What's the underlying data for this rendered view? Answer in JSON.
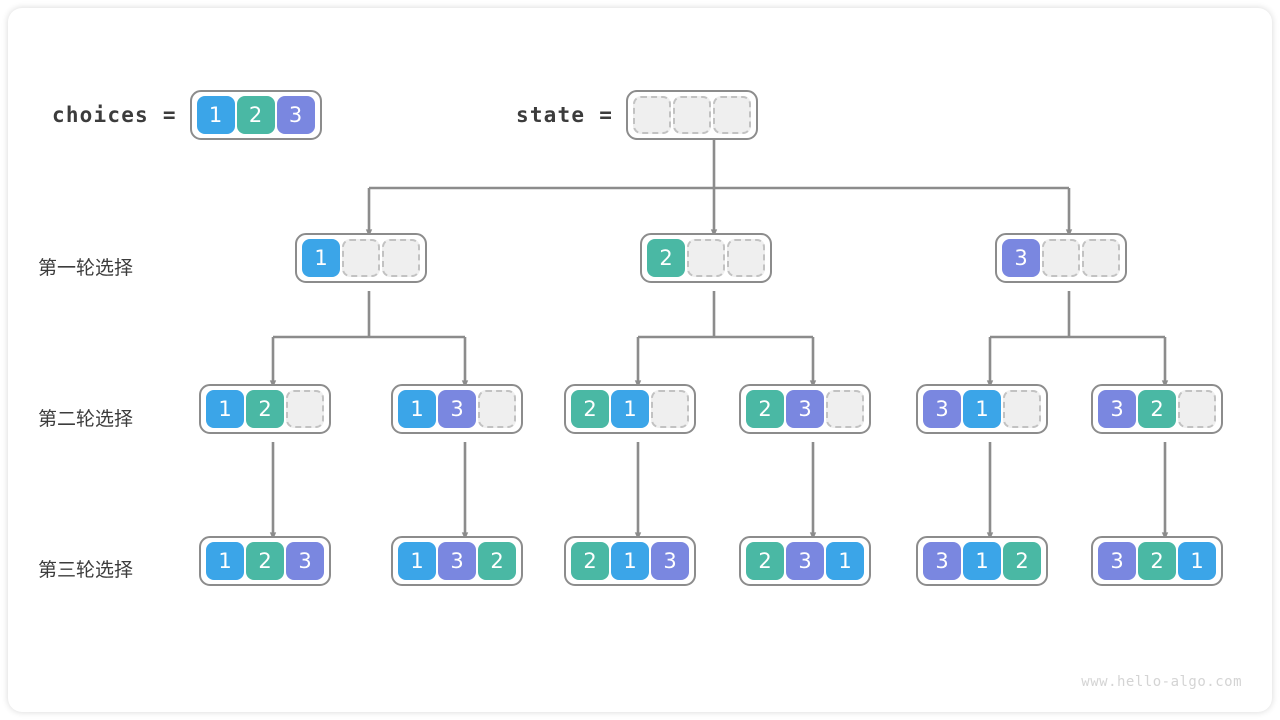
{
  "palette": {
    "blue": "#3ba5e8",
    "green": "#4ab8a4",
    "purple": "#7a87e0",
    "empty_fill": "#efefef",
    "empty_border": "#c2c2c2",
    "frame_border": "#8c8c8c",
    "wire": "#8c8c8c",
    "text": "#3c3c3c",
    "watermark": "#d4d4d4",
    "canvas": "#ffffff"
  },
  "header": {
    "choices": {
      "label": "choices",
      "equals": "=",
      "cells": [
        {
          "value": "1",
          "color": "blue"
        },
        {
          "value": "2",
          "color": "green"
        },
        {
          "value": "3",
          "color": "purple"
        }
      ]
    },
    "state": {
      "label": "state",
      "equals": "=",
      "cells": [
        {
          "value": "",
          "color": "empty"
        },
        {
          "value": "",
          "color": "empty"
        },
        {
          "value": "",
          "color": "empty"
        }
      ]
    }
  },
  "rows": [
    {
      "label": "第一轮选择",
      "nodes": [
        {
          "cells": [
            {
              "value": "1",
              "color": "blue"
            },
            {
              "value": "",
              "color": "empty"
            },
            {
              "value": "",
              "color": "empty"
            }
          ]
        },
        {
          "cells": [
            {
              "value": "2",
              "color": "green"
            },
            {
              "value": "",
              "color": "empty"
            },
            {
              "value": "",
              "color": "empty"
            }
          ]
        },
        {
          "cells": [
            {
              "value": "3",
              "color": "purple"
            },
            {
              "value": "",
              "color": "empty"
            },
            {
              "value": "",
              "color": "empty"
            }
          ]
        }
      ]
    },
    {
      "label": "第二轮选择",
      "nodes": [
        {
          "cells": [
            {
              "value": "1",
              "color": "blue"
            },
            {
              "value": "2",
              "color": "green"
            },
            {
              "value": "",
              "color": "empty"
            }
          ]
        },
        {
          "cells": [
            {
              "value": "1",
              "color": "blue"
            },
            {
              "value": "3",
              "color": "purple"
            },
            {
              "value": "",
              "color": "empty"
            }
          ]
        },
        {
          "cells": [
            {
              "value": "2",
              "color": "green"
            },
            {
              "value": "1",
              "color": "blue"
            },
            {
              "value": "",
              "color": "empty"
            }
          ]
        },
        {
          "cells": [
            {
              "value": "2",
              "color": "green"
            },
            {
              "value": "3",
              "color": "purple"
            },
            {
              "value": "",
              "color": "empty"
            }
          ]
        },
        {
          "cells": [
            {
              "value": "3",
              "color": "purple"
            },
            {
              "value": "1",
              "color": "blue"
            },
            {
              "value": "",
              "color": "empty"
            }
          ]
        },
        {
          "cells": [
            {
              "value": "3",
              "color": "purple"
            },
            {
              "value": "2",
              "color": "green"
            },
            {
              "value": "",
              "color": "empty"
            }
          ]
        }
      ]
    },
    {
      "label": "第三轮选择",
      "nodes": [
        {
          "cells": [
            {
              "value": "1",
              "color": "blue"
            },
            {
              "value": "2",
              "color": "green"
            },
            {
              "value": "3",
              "color": "purple"
            }
          ]
        },
        {
          "cells": [
            {
              "value": "1",
              "color": "blue"
            },
            {
              "value": "3",
              "color": "purple"
            },
            {
              "value": "2",
              "color": "green"
            }
          ]
        },
        {
          "cells": [
            {
              "value": "2",
              "color": "green"
            },
            {
              "value": "1",
              "color": "blue"
            },
            {
              "value": "3",
              "color": "purple"
            }
          ]
        },
        {
          "cells": [
            {
              "value": "2",
              "color": "green"
            },
            {
              "value": "3",
              "color": "purple"
            },
            {
              "value": "1",
              "color": "blue"
            }
          ]
        },
        {
          "cells": [
            {
              "value": "3",
              "color": "purple"
            },
            {
              "value": "1",
              "color": "blue"
            },
            {
              "value": "2",
              "color": "green"
            }
          ]
        },
        {
          "cells": [
            {
              "value": "3",
              "color": "purple"
            },
            {
              "value": "2",
              "color": "green"
            },
            {
              "value": "1",
              "color": "blue"
            }
          ]
        }
      ]
    }
  ],
  "watermark": "www.hello-algo.com"
}
